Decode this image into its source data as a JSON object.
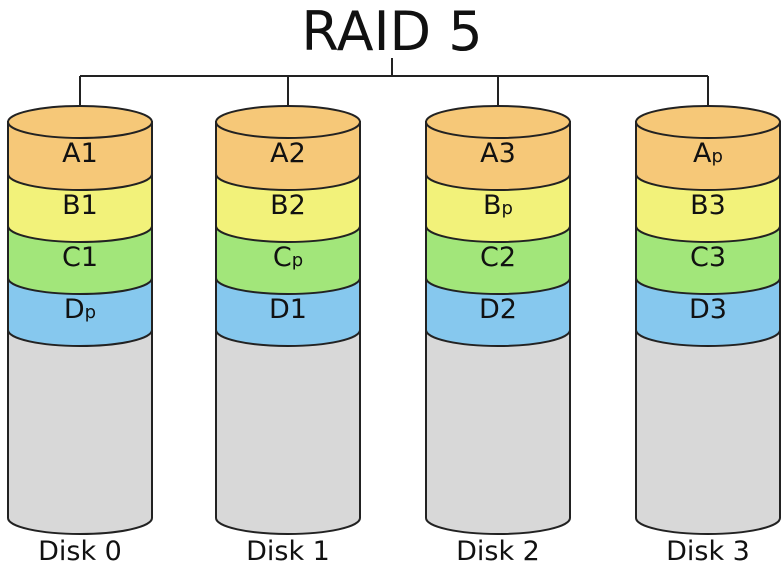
{
  "title": "RAID 5",
  "colors": {
    "stripe_A": "#F6C878",
    "stripe_B": "#F2F27A",
    "stripe_C": "#A2E67A",
    "stripe_D": "#86C8EE",
    "disk_body": "#D8D8D8",
    "outline": "#222222"
  },
  "disks": [
    {
      "label": "Disk 0",
      "blocks": [
        {
          "main": "A",
          "sub": "1"
        },
        {
          "main": "B",
          "sub": "1"
        },
        {
          "main": "C",
          "sub": "1"
        },
        {
          "main": "D",
          "sub": "p"
        }
      ]
    },
    {
      "label": "Disk 1",
      "blocks": [
        {
          "main": "A",
          "sub": "2"
        },
        {
          "main": "B",
          "sub": "2"
        },
        {
          "main": "C",
          "sub": "p"
        },
        {
          "main": "D",
          "sub": "1"
        }
      ]
    },
    {
      "label": "Disk 2",
      "blocks": [
        {
          "main": "A",
          "sub": "3"
        },
        {
          "main": "B",
          "sub": "p"
        },
        {
          "main": "C",
          "sub": "2"
        },
        {
          "main": "D",
          "sub": "2"
        }
      ]
    },
    {
      "label": "Disk 3",
      "blocks": [
        {
          "main": "A",
          "sub": "p"
        },
        {
          "main": "B",
          "sub": "3"
        },
        {
          "main": "C",
          "sub": "3"
        },
        {
          "main": "D",
          "sub": "3"
        }
      ]
    }
  ]
}
